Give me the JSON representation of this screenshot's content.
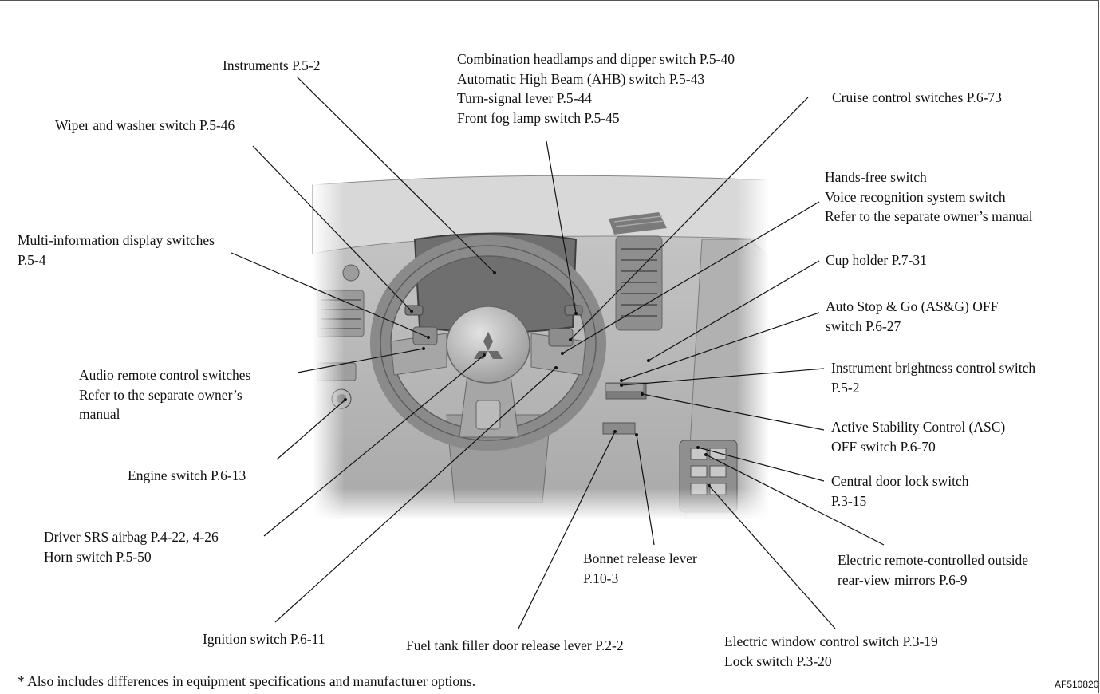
{
  "labels": {
    "instruments": {
      "lines": [
        "Instruments P.5-2"
      ]
    },
    "headlamps": {
      "lines": [
        "Combination headlamps and dipper switch P.5-40",
        "Automatic High Beam (AHB) switch P.5-43",
        "Turn-signal lever P.5-44",
        "Front fog lamp switch P.5-45"
      ]
    },
    "cruise": {
      "lines": [
        "Cruise control switches P.6-73"
      ]
    },
    "wiper": {
      "lines": [
        "Wiper and washer switch P.5-46"
      ]
    },
    "handsfree": {
      "lines": [
        "Hands-free switch",
        "Voice recognition system switch",
        "Refer to the separate owner’s manual"
      ]
    },
    "multi_info": {
      "lines": [
        "Multi-information display switches",
        "P.5-4"
      ]
    },
    "cup_holder": {
      "lines": [
        "Cup holder P.7-31"
      ]
    },
    "auto_stop": {
      "lines": [
        "Auto Stop & Go (AS&G) OFF",
        "switch P.6-27"
      ]
    },
    "audio_remote": {
      "lines": [
        "Audio remote control switches",
        "Refer to the separate owner’s",
        "manual"
      ]
    },
    "brightness": {
      "lines": [
        "Instrument brightness control switch",
        "P.5-2"
      ]
    },
    "asc": {
      "lines": [
        "Active Stability Control (ASC)",
        "OFF switch P.6-70"
      ]
    },
    "engine_switch": {
      "lines": [
        "Engine switch P.6-13"
      ]
    },
    "central_lock": {
      "lines": [
        "Central door lock switch",
        "P.3-15"
      ]
    },
    "airbag": {
      "lines": [
        "Driver SRS airbag P.4-22, 4-26",
        "Horn switch P.5-50"
      ]
    },
    "bonnet": {
      "lines": [
        "Bonnet release lever",
        "P.10-3"
      ]
    },
    "mirrors": {
      "lines": [
        "Electric remote-controlled outside",
        "rear-view mirrors P.6-9"
      ]
    },
    "ignition": {
      "lines": [
        "Ignition switch P.6-11"
      ]
    },
    "fuel_door": {
      "lines": [
        "Fuel tank filler door release lever P.2-2"
      ]
    },
    "window": {
      "lines": [
        "Electric window control switch P.3-19",
        "Lock switch P.3-20"
      ]
    }
  },
  "footnote": "* Also includes differences in equipment specifications and manufacturer options.",
  "figure_code": "AF510820",
  "colors": {
    "text": "#111111",
    "leader": "#111111",
    "illustration_bg": "#bdbdbd",
    "frame": "#555555"
  }
}
